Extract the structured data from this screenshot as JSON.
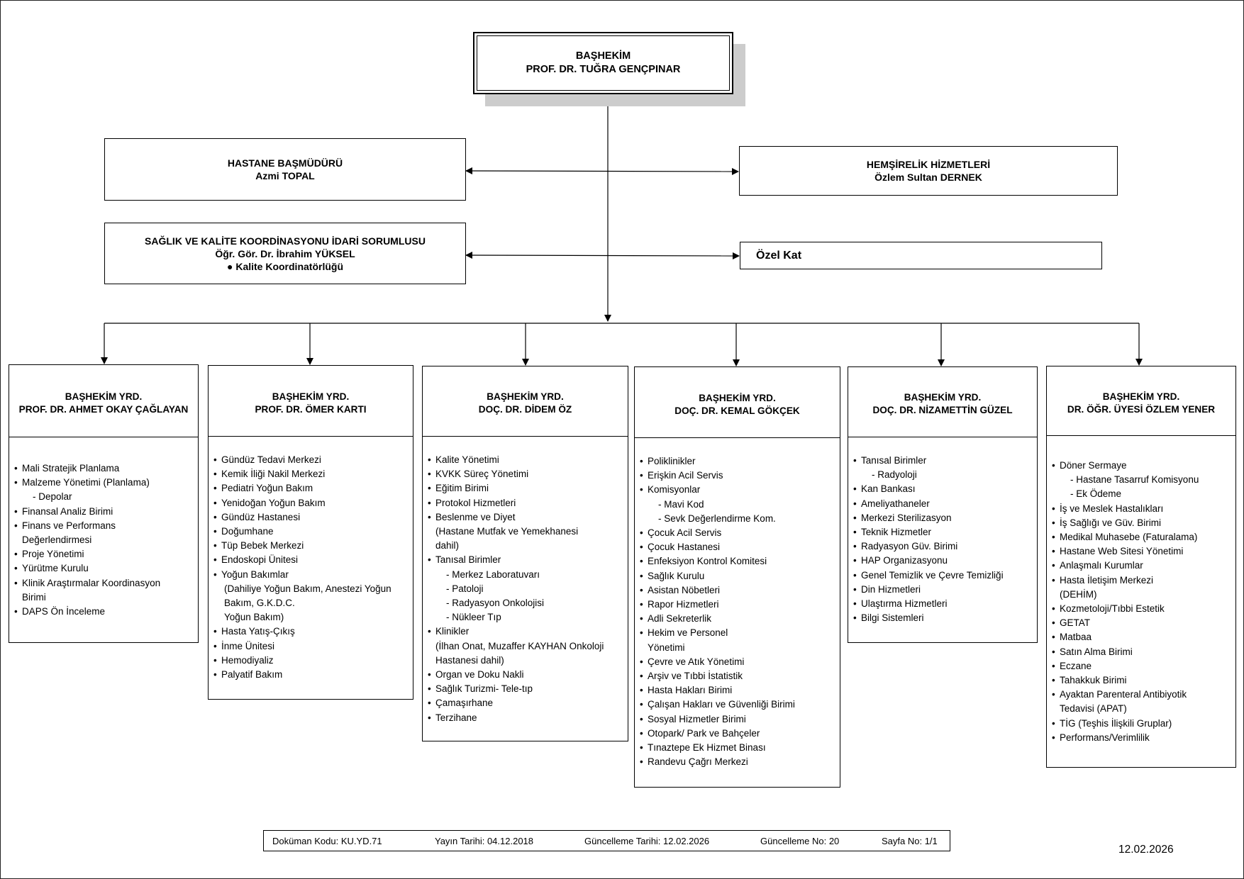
{
  "chief": {
    "title": "BAŞHEKİM",
    "name": "PROF. DR. TUĞRA GENÇPINAR"
  },
  "director": {
    "title": "HASTANE BAŞMÜDÜRÜ",
    "name": "Azmi TOPAL"
  },
  "nursing": {
    "title": "HEMŞİRELİK HİZMETLERİ",
    "name": "Özlem Sultan DERNEK"
  },
  "quality": {
    "title": "SAĞLIK VE KALİTE KOORDİNASYONU İDARİ SORUMLUSU",
    "name": "Öğr. Gör. Dr. İbrahim YÜKSEL",
    "item": "● Kalite Koordinatörlüğü"
  },
  "private_floor": {
    "label": "Özel Kat"
  },
  "deputies": [
    {
      "title": "BAŞHEKİM YRD.",
      "name": "PROF. DR. AHMET OKAY ÇAĞLAYAN",
      "items": [
        {
          "t": "Mali Stratejik Planlama",
          "k": "b"
        },
        {
          "t": "Malzeme Yönetimi (Planlama)",
          "k": "b"
        },
        {
          "t": "- Depolar",
          "k": "sub"
        },
        {
          "t": "Finansal Analiz Birimi",
          "k": "b"
        },
        {
          "t": "Finans ve Performans",
          "k": "b"
        },
        {
          "t": "Değerlendirmesi",
          "k": "cont"
        },
        {
          "t": "Proje Yönetimi",
          "k": "b"
        },
        {
          "t": "Yürütme Kurulu",
          "k": "b"
        },
        {
          "t": "Klinik Araştırmalar Koordinasyon",
          "k": "b"
        },
        {
          "t": "Birimi",
          "k": "cont"
        },
        {
          "t": "DAPS Ön İnceleme",
          "k": "b"
        }
      ]
    },
    {
      "title": "BAŞHEKİM YRD.",
      "name": "PROF. DR. ÖMER KARTI",
      "items": [
        {
          "t": "Gündüz Tedavi Merkezi",
          "k": "b"
        },
        {
          "t": "Kemik İliği Nakil Merkezi",
          "k": "b"
        },
        {
          "t": "Pediatri Yoğun Bakım",
          "k": "b"
        },
        {
          "t": "Yenidoğan Yoğun Bakım",
          "k": "b"
        },
        {
          "t": "Gündüz Hastanesi",
          "k": "b"
        },
        {
          "t": "Doğumhane",
          "k": "b"
        },
        {
          "t": "Tüp Bebek Merkezi",
          "k": "b"
        },
        {
          "t": "Endoskopi Ünitesi",
          "k": "b"
        },
        {
          "t": "Yoğun Bakımlar",
          "k": "b"
        },
        {
          "t": "(Dahiliye Yoğun Bakım, Anestezi Yoğun",
          "k": "cont2"
        },
        {
          "t": " Bakım, G.K.D.C.",
          "k": "cont2"
        },
        {
          "t": " Yoğun Bakım)",
          "k": "cont2"
        },
        {
          "t": "Hasta Yatış-Çıkış",
          "k": "b"
        },
        {
          "t": "İnme Ünitesi",
          "k": "b"
        },
        {
          "t": "Hemodiyaliz",
          "k": "b"
        },
        {
          "t": "Palyatif Bakım",
          "k": "b"
        }
      ]
    },
    {
      "title": "BAŞHEKİM YRD.",
      "name": "DOÇ. DR. DİDEM ÖZ",
      "items": [
        {
          "t": "Kalite Yönetimi",
          "k": "b"
        },
        {
          "t": "KVKK Süreç Yönetimi",
          "k": "b"
        },
        {
          "t": "Eğitim Birimi",
          "k": "b"
        },
        {
          "t": "Protokol Hizmetleri",
          "k": "b"
        },
        {
          "t": "Beslenme ve Diyet",
          "k": "b"
        },
        {
          "t": "(Hastane Mutfak ve Yemekhanesi",
          "k": "cont"
        },
        {
          "t": " dahil)",
          "k": "cont"
        },
        {
          "t": "Tanısal Birimler",
          "k": "b"
        },
        {
          "t": "- Merkez Laboratuvarı",
          "k": "sub"
        },
        {
          "t": "- Patoloji",
          "k": "sub"
        },
        {
          "t": "- Radyasyon Onkolojisi",
          "k": "sub"
        },
        {
          "t": "- Nükleer Tıp",
          "k": "sub"
        },
        {
          "t": "Klinikler",
          "k": "b"
        },
        {
          "t": "(İlhan Onat, Muzaffer KAYHAN Onkoloji",
          "k": "cont"
        },
        {
          "t": "  Hastanesi dahil)",
          "k": "cont"
        },
        {
          "t": "Organ ve Doku Nakli",
          "k": "b"
        },
        {
          "t": "Sağlık Turizmi- Tele-tıp",
          "k": "b"
        },
        {
          "t": "Çamaşırhane",
          "k": "b"
        },
        {
          "t": "Terzihane",
          "k": "b"
        }
      ]
    },
    {
      "title": "BAŞHEKİM YRD.",
      "name": "DOÇ. DR. KEMAL GÖKÇEK",
      "items": [
        {
          "t": "Poliklinikler",
          "k": "b"
        },
        {
          "t": "Erişkin Acil Servis",
          "k": "b"
        },
        {
          "t": "Komisyonlar",
          "k": "b"
        },
        {
          "t": "- Mavi Kod",
          "k": "sub"
        },
        {
          "t": "- Sevk Değerlendirme Kom.",
          "k": "sub"
        },
        {
          "t": "Çocuk Acil Servis",
          "k": "b"
        },
        {
          "t": "Çocuk Hastanesi",
          "k": "b"
        },
        {
          "t": "Enfeksiyon Kontrol Komitesi",
          "k": "b"
        },
        {
          "t": "Sağlık Kurulu",
          "k": "b"
        },
        {
          "t": "Asistan Nöbetleri",
          "k": "b"
        },
        {
          "t": "Rapor Hizmetleri",
          "k": "b"
        },
        {
          "t": "Adli Sekreterlik",
          "k": "b"
        },
        {
          "t": "Hekim ve Personel",
          "k": "b"
        },
        {
          "t": "Yönetimi",
          "k": "cont"
        },
        {
          "t": "Çevre ve Atık Yönetimi",
          "k": "b"
        },
        {
          "t": "Arşiv ve Tıbbi İstatistik",
          "k": "b"
        },
        {
          "t": "Hasta Hakları Birimi",
          "k": "b"
        },
        {
          "t": "Çalışan Hakları ve Güvenliği Birimi",
          "k": "b"
        },
        {
          "t": "Sosyal Hizmetler Birimi",
          "k": "b"
        },
        {
          "t": "Otopark/ Park ve Bahçeler",
          "k": "b"
        },
        {
          "t": "Tınaztepe Ek Hizmet Binası",
          "k": "b"
        },
        {
          "t": "Randevu Çağrı Merkezi",
          "k": "b"
        }
      ]
    },
    {
      "title": "BAŞHEKİM YRD.",
      "name": "DOÇ. DR. NİZAMETTİN GÜZEL",
      "items": [
        {
          "t": "Tanısal Birimler",
          "k": "b"
        },
        {
          "t": "- Radyoloji",
          "k": "sub"
        },
        {
          "t": "Kan Bankası",
          "k": "b"
        },
        {
          "t": "Ameliyathaneler",
          "k": "b"
        },
        {
          "t": "Merkezi Sterilizasyon",
          "k": "b"
        },
        {
          "t": "Teknik Hizmetler",
          "k": "b"
        },
        {
          "t": "Radyasyon Güv. Birimi",
          "k": "b"
        },
        {
          "t": "HAP Organizasyonu",
          "k": "b"
        },
        {
          "t": "Genel Temizlik ve Çevre Temizliği",
          "k": "b"
        },
        {
          "t": "Din Hizmetleri",
          "k": "b"
        },
        {
          "t": "Ulaştırma Hizmetleri",
          "k": "b"
        },
        {
          "t": "Bilgi Sistemleri",
          "k": "b"
        }
      ]
    },
    {
      "title": "BAŞHEKİM YRD.",
      "name": "DR. ÖĞR. ÜYESİ ÖZLEM YENER",
      "items": [
        {
          "t": "Döner Sermaye",
          "k": "b"
        },
        {
          "t": "- Hastane Tasarruf Komisyonu",
          "k": "sub"
        },
        {
          "t": "- Ek Ödeme",
          "k": "sub"
        },
        {
          "t": "İş ve Meslek Hastalıkları",
          "k": "b"
        },
        {
          "t": "İş Sağlığı ve Güv. Birimi",
          "k": "b"
        },
        {
          "t": "Medikal Muhasebe (Faturalama)",
          "k": "b"
        },
        {
          "t": "Hastane Web Sitesi Yönetimi",
          "k": "b"
        },
        {
          "t": "Anlaşmalı Kurumlar",
          "k": "b"
        },
        {
          "t": "Hasta İletişim Merkezi",
          "k": "b"
        },
        {
          "t": "(DEHİM)",
          "k": "cont"
        },
        {
          "t": "Kozmetoloji/Tıbbi Estetik",
          "k": "b"
        },
        {
          "t": "GETAT",
          "k": "b"
        },
        {
          "t": "Matbaa",
          "k": "b"
        },
        {
          "t": "Satın Alma Birimi",
          "k": "b"
        },
        {
          "t": "Eczane",
          "k": "b"
        },
        {
          "t": "Tahakkuk Birimi",
          "k": "b"
        },
        {
          "t": "Ayaktan Parenteral Antibiyotik",
          "k": "b"
        },
        {
          "t": "Tedavisi (APAT)",
          "k": "cont"
        },
        {
          "t": "TİG (Teşhis İlişkili Gruplar)",
          "k": "b"
        },
        {
          "t": "Performans/Verimlilik",
          "k": "b"
        }
      ]
    }
  ],
  "footer": {
    "doc_code": "Doküman Kodu: KU.YD.71",
    "pub_date": "Yayın Tarihi: 04.12.2018",
    "update_date": "Güncelleme Tarihi: 12.02.2026",
    "update_no": "Güncelleme No: 20",
    "page_no": "Sayfa No: 1/1"
  },
  "print_date": "12.02.2026"
}
